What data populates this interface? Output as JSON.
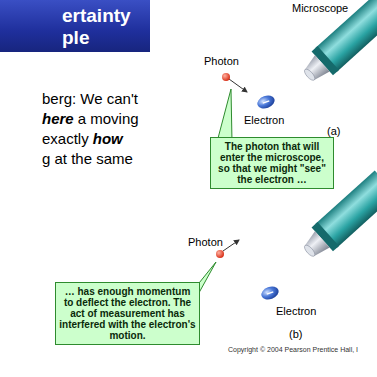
{
  "diagram": {
    "title": "ertainty ple",
    "nodes": [
      {
        "text": [
          "The photon that will enter the microscope, so that we might \"see\" the electron …"
        ]
      },
      {
        "text": [
          "… has enough momentum to deflect the electron. The act of measurement has interfered with the electron's motion."
        ]
      }
    ],
    "labels": [
      "berg: We can't",
      "here",
      "a moving",
      "exactly",
      "how",
      "g at the same",
      "Microscope",
      "Photon",
      "Electron",
      "(a)",
      "Photon",
      "Electron",
      "(b)",
      "Copyright © 2004 Pearson Prentice Hall, I"
    ]
  }
}
